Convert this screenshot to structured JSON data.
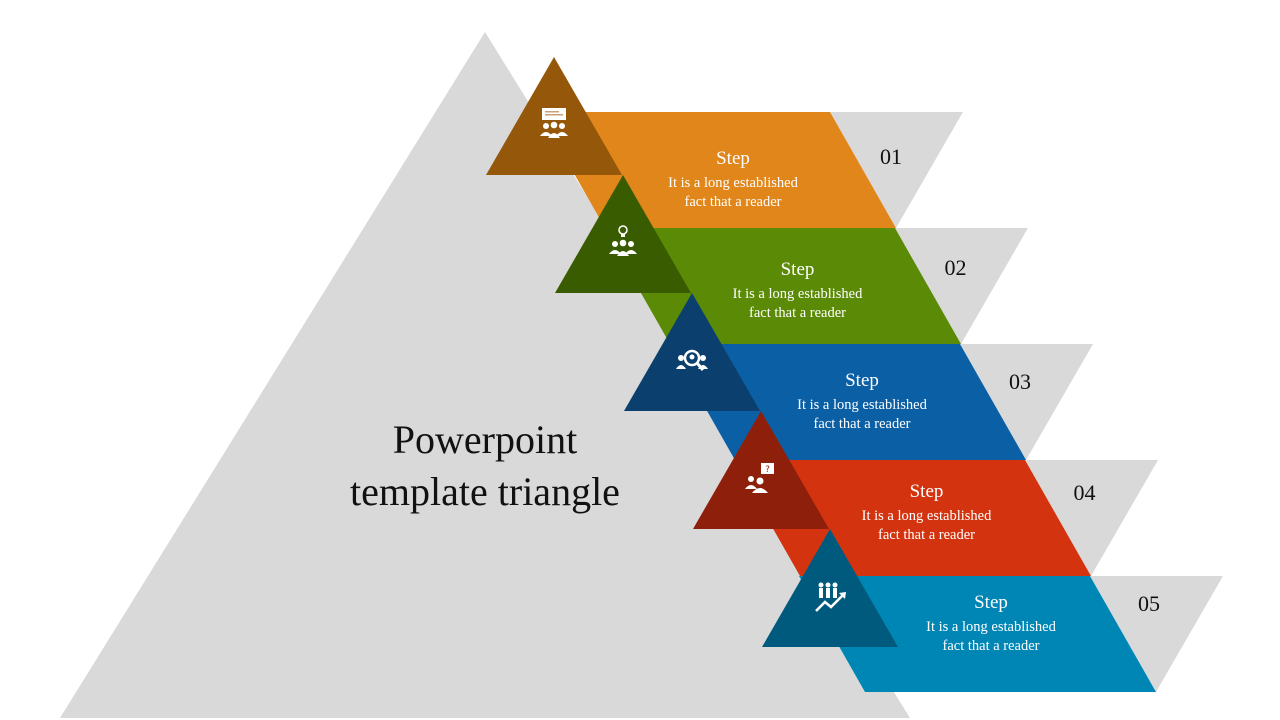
{
  "title": {
    "line1": "Powerpoint",
    "line2": "template triangle"
  },
  "colors": {
    "background_triangle": "#D9D9D9",
    "number_triangle": "#D9D9D9"
  },
  "steps": [
    {
      "number": "01",
      "title": "Step",
      "line1": "It is a long established",
      "line2": "fact that a reader",
      "band_color": "#E0861A",
      "icon_color": "#955709",
      "icon": "presentation-audience-icon"
    },
    {
      "number": "02",
      "title": "Step",
      "line1": "It is a long established",
      "line2": "fact that a reader",
      "band_color": "#5A8A06",
      "icon_color": "#3A5C00",
      "icon": "team-idea-icon"
    },
    {
      "number": "03",
      "title": "Step",
      "line1": "It is a long established",
      "line2": "fact that a reader",
      "band_color": "#0B5FA5",
      "icon_color": "#0A3F6E",
      "icon": "team-search-icon"
    },
    {
      "number": "04",
      "title": "Step",
      "line1": "It is a long established",
      "line2": "fact that a reader",
      "band_color": "#D4330F",
      "icon_color": "#8E1F0B",
      "icon": "team-question-icon"
    },
    {
      "number": "05",
      "title": "Step",
      "line1": "It is a long established",
      "line2": "fact that a reader",
      "band_color": "#0086B5",
      "icon_color": "#005A7E",
      "icon": "team-growth-icon"
    }
  ]
}
